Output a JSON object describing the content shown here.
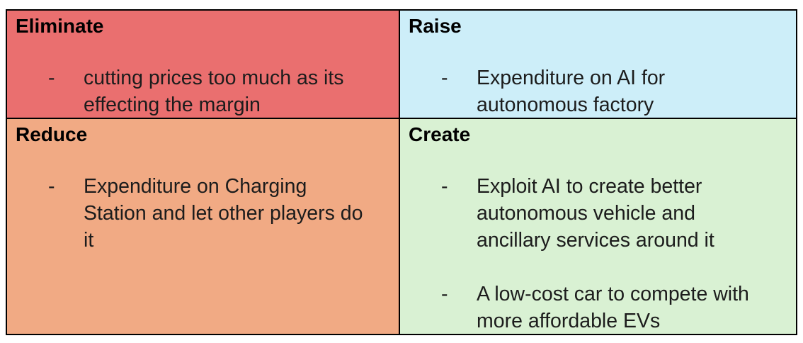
{
  "colors": {
    "eliminate": "#ea6f6f",
    "raise": "#cdeef9",
    "reduce": "#f1aa84",
    "create": "#d9f1d3",
    "border": "#000000"
  },
  "icon": "dash-bullet",
  "quadrants": {
    "eliminate": {
      "title": "Eliminate",
      "items": [
        "cutting prices too much as its effecting the margin"
      ]
    },
    "raise": {
      "title": "Raise",
      "items": [
        "Expenditure on AI for autonomous factory"
      ]
    },
    "reduce": {
      "title": "Reduce",
      "items": [
        "Expenditure on Charging Station and let other players do it"
      ]
    },
    "create": {
      "title": "Create",
      "items": [
        "Exploit AI to create better autonomous vehicle and ancillary services around it",
        "A low-cost car to compete with more affordable EVs"
      ]
    }
  }
}
